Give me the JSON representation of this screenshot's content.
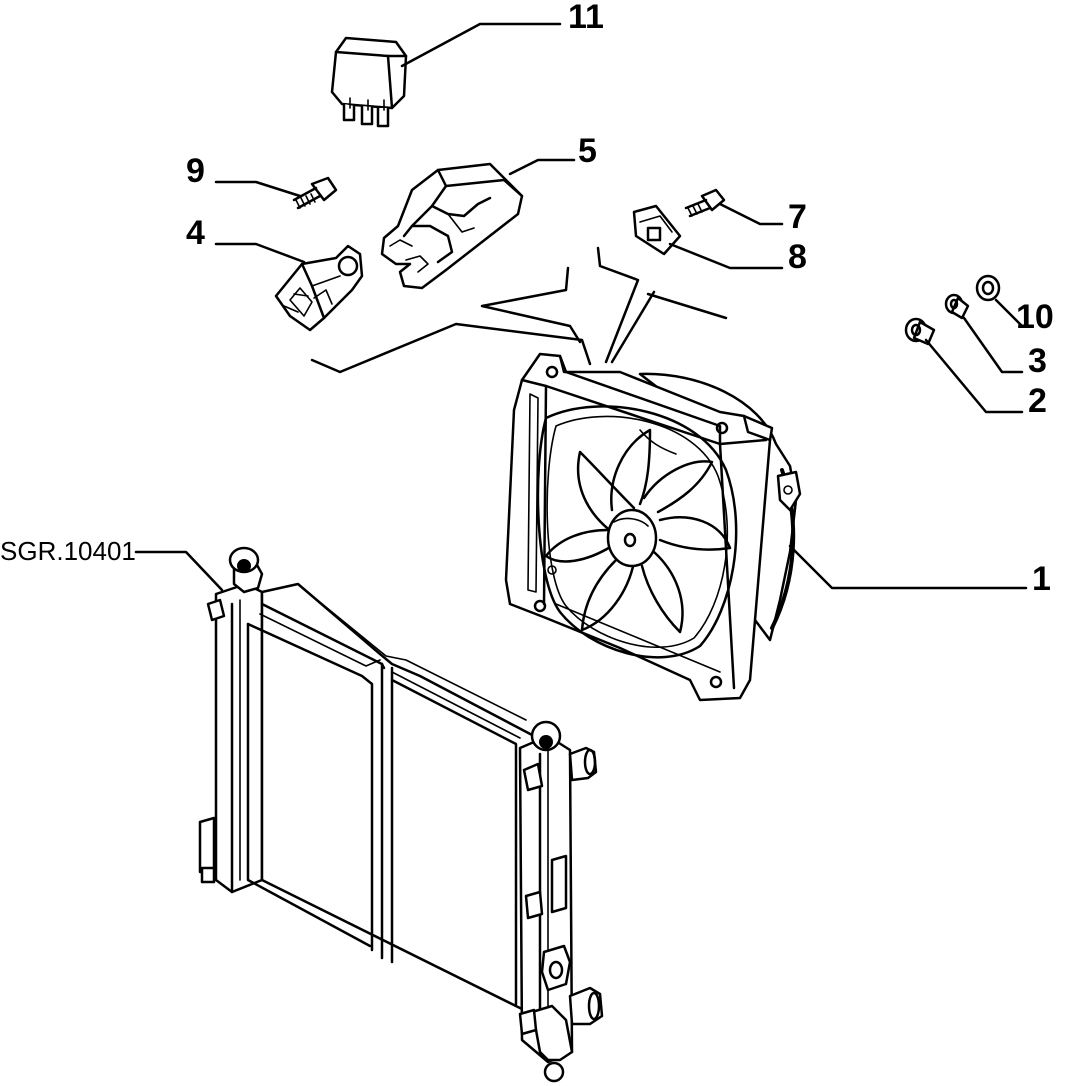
{
  "diagram": {
    "reference_code": "SGR.10401",
    "callouts": [
      {
        "id": "11",
        "label": "11"
      },
      {
        "id": "5",
        "label": "5"
      },
      {
        "id": "9",
        "label": "9"
      },
      {
        "id": "4",
        "label": "4"
      },
      {
        "id": "7",
        "label": "7"
      },
      {
        "id": "8",
        "label": "8"
      },
      {
        "id": "10",
        "label": "10"
      },
      {
        "id": "3",
        "label": "3"
      },
      {
        "id": "2",
        "label": "2"
      },
      {
        "id": "1",
        "label": "1"
      }
    ]
  }
}
